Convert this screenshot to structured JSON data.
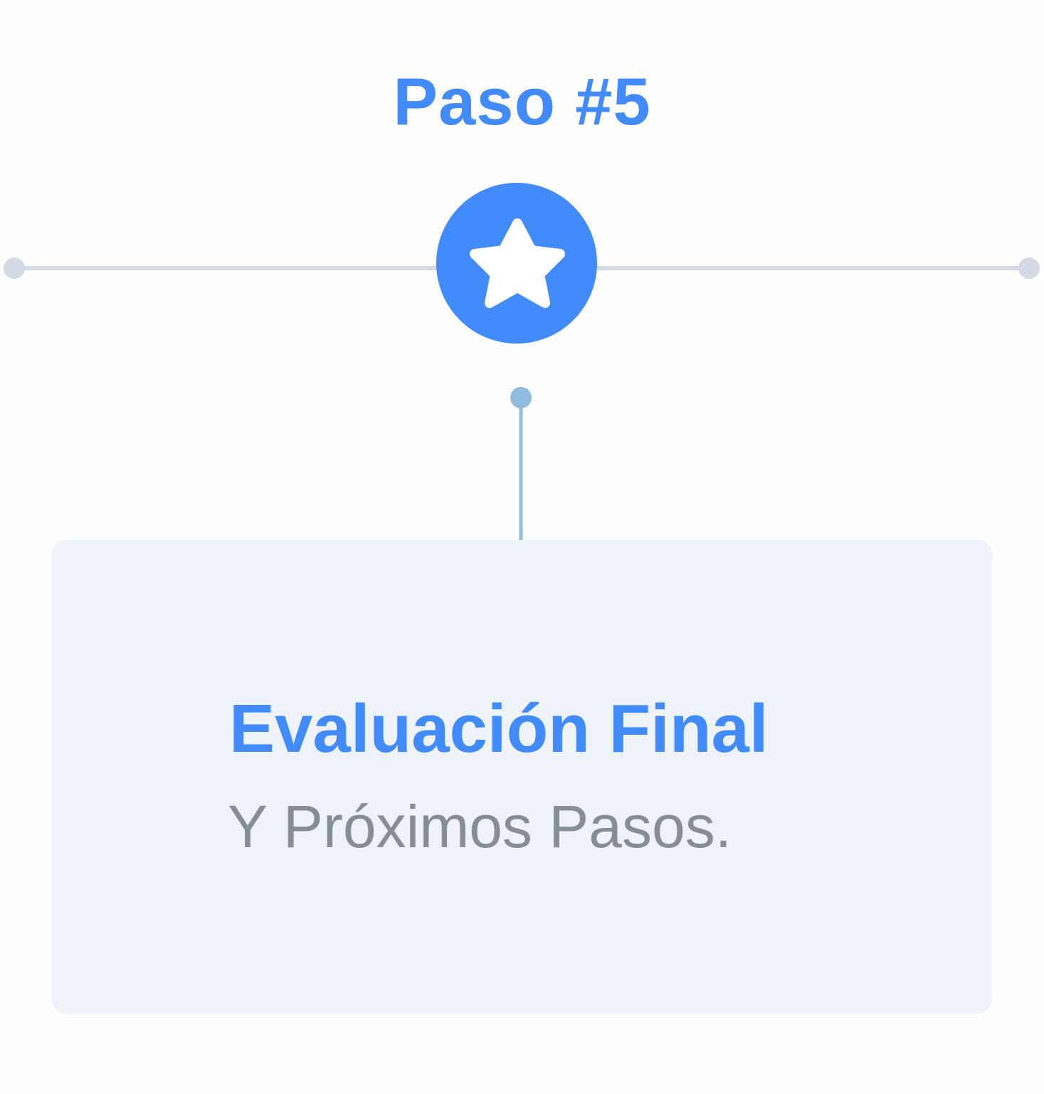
{
  "step": {
    "title": "Paso #5"
  },
  "card": {
    "title": "Evaluación Final",
    "subtitle": "Y Próximos Pasos."
  },
  "icons": {
    "badge": "star-icon"
  },
  "colors": {
    "accent": "#418bfd",
    "track": "#d3dae3",
    "connector": "#8fbbdc",
    "card_background": "#edf3f8",
    "subtitle_text": "#868e95",
    "icon_fill": "#ffffff"
  }
}
